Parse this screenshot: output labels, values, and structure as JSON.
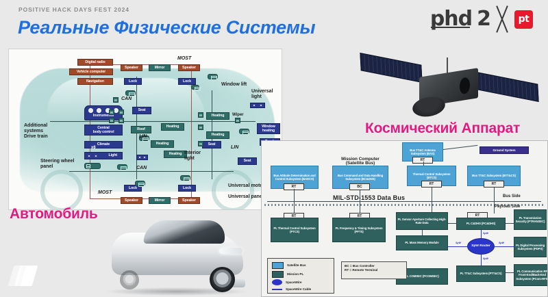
{
  "header": {
    "kicker": "POSITIVE HACK DAYS FEST 2024",
    "title": "Реальные Физические Системы"
  },
  "logo": {
    "phd": "phd",
    "two": "2",
    "x_icon": "x-letter-icon",
    "pt_badge": "pt"
  },
  "captions": {
    "car": "Автомобиль",
    "satellite": "Космический Аппарат"
  },
  "car_diagram": {
    "buses": [
      "MOST",
      "CAN",
      "LIN",
      "CAN",
      "LIN",
      "CAN",
      "MOST"
    ],
    "labels": [
      "Additional\nsystems",
      "Drive train",
      "Steering wheel\npanel",
      "Window lift",
      "Universal light",
      "Interior\nlight",
      "Universal motor",
      "Universal panel",
      "Wiper"
    ],
    "nodes": [
      "Digital radio",
      "Vehicle computer",
      "Navigation",
      "Speaker",
      "Mirror",
      "Speaker",
      "Lock",
      "Lock",
      "Instruments",
      "Central\nbody control",
      "Climate",
      "Light",
      "Seat",
      "Roof",
      "Seat",
      "Heating",
      "Heating",
      "Heating",
      "Heating",
      "Heating",
      "Window\nheating",
      "Trunk",
      "Seat",
      "Lock",
      "Lock",
      "Speaker",
      "Speaker",
      "Mirror"
    ],
    "motor_marks": [
      "M",
      "M",
      "M",
      "M",
      "M",
      "M",
      "M",
      "M",
      "M"
    ],
    "x6_label": "x6"
  },
  "sat_diagram": {
    "bus_side_label": "Bus Side",
    "payload_side_label": "Payload Side",
    "data_bus_label": "MIL-STD-1553 Data Bus",
    "mission_computer_label": "Mission Computer\n(Satellite Bus)",
    "ground_system": "Ground System",
    "bus_boxes": [
      {
        "name": "Bus Attitude Determination and Control  Subsystem (BADCS)",
        "tag": "RT"
      },
      {
        "name": "Bus Command and Data Handling Subsystem  (BC&DHS)",
        "tag": "BC"
      },
      {
        "name": "Bus TT&C Antenna Subsystem (BAS)",
        "tag": "RT"
      },
      {
        "name": "Thermal Control Subsystem (BTCS)",
        "tag": "RT"
      },
      {
        "name": "Bus TT&C Subsystem (BTT&CS)",
        "tag": "RT"
      }
    ],
    "payload_boxes": [
      {
        "name": "PL Thermal Control Subsystem (PTCS)",
        "tag": "RT"
      },
      {
        "name": "PL Frequency & Timing Subsystem (PFTS)",
        "tag": "RT"
      },
      {
        "name": "PL Sensor Aperture Collecting High-Rate Data",
        "tag": ""
      },
      {
        "name": "PL Mass Memory Module",
        "tag": ""
      },
      {
        "name": "PL COMSEC (PCOMSEC)",
        "tag": ""
      },
      {
        "name": "PL C&DHS (PC&DHS)",
        "tag": "RT"
      },
      {
        "name": "PL Transmission Security (PTRANSEC)",
        "tag": ""
      },
      {
        "name": "PL Digital Processing Subsystem (PDPS)",
        "tag": ""
      },
      {
        "name": "PL TT&C Subsystem (PTT&CS)",
        "tag": ""
      },
      {
        "name": "PL Communication RF Front-End/Back-End Subsystem (PCom-RFS)",
        "tag": ""
      }
    ],
    "spw_router": "SpW\nRouter",
    "spw_labels": [
      "SpW",
      "SpW",
      "SpW",
      "SpW"
    ],
    "legend": [
      {
        "swatch": "#4ea3d6",
        "label": "Satellite Bus"
      },
      {
        "swatch": "#2f615e",
        "label": "Mission PL"
      },
      {
        "swatch": "#2b36c8",
        "label": "SpaceWire"
      },
      {
        "swatch": "#2b36c8",
        "label": "SpaceWire Cable"
      }
    ],
    "key_lines": "BC = Bus Controller\nRT = Remote Terminal"
  },
  "colors": {
    "background": "#e9e9e9",
    "title_blue": "#1f6fe0",
    "caption_pink": "#e5187f",
    "badge_red": "#e8192c",
    "sat_bus_blue": "#4ea3d6",
    "mission_pl_teal": "#2f615e",
    "spacewire_blue": "#2b36c8",
    "ground_purple": "#3b2f8e"
  }
}
